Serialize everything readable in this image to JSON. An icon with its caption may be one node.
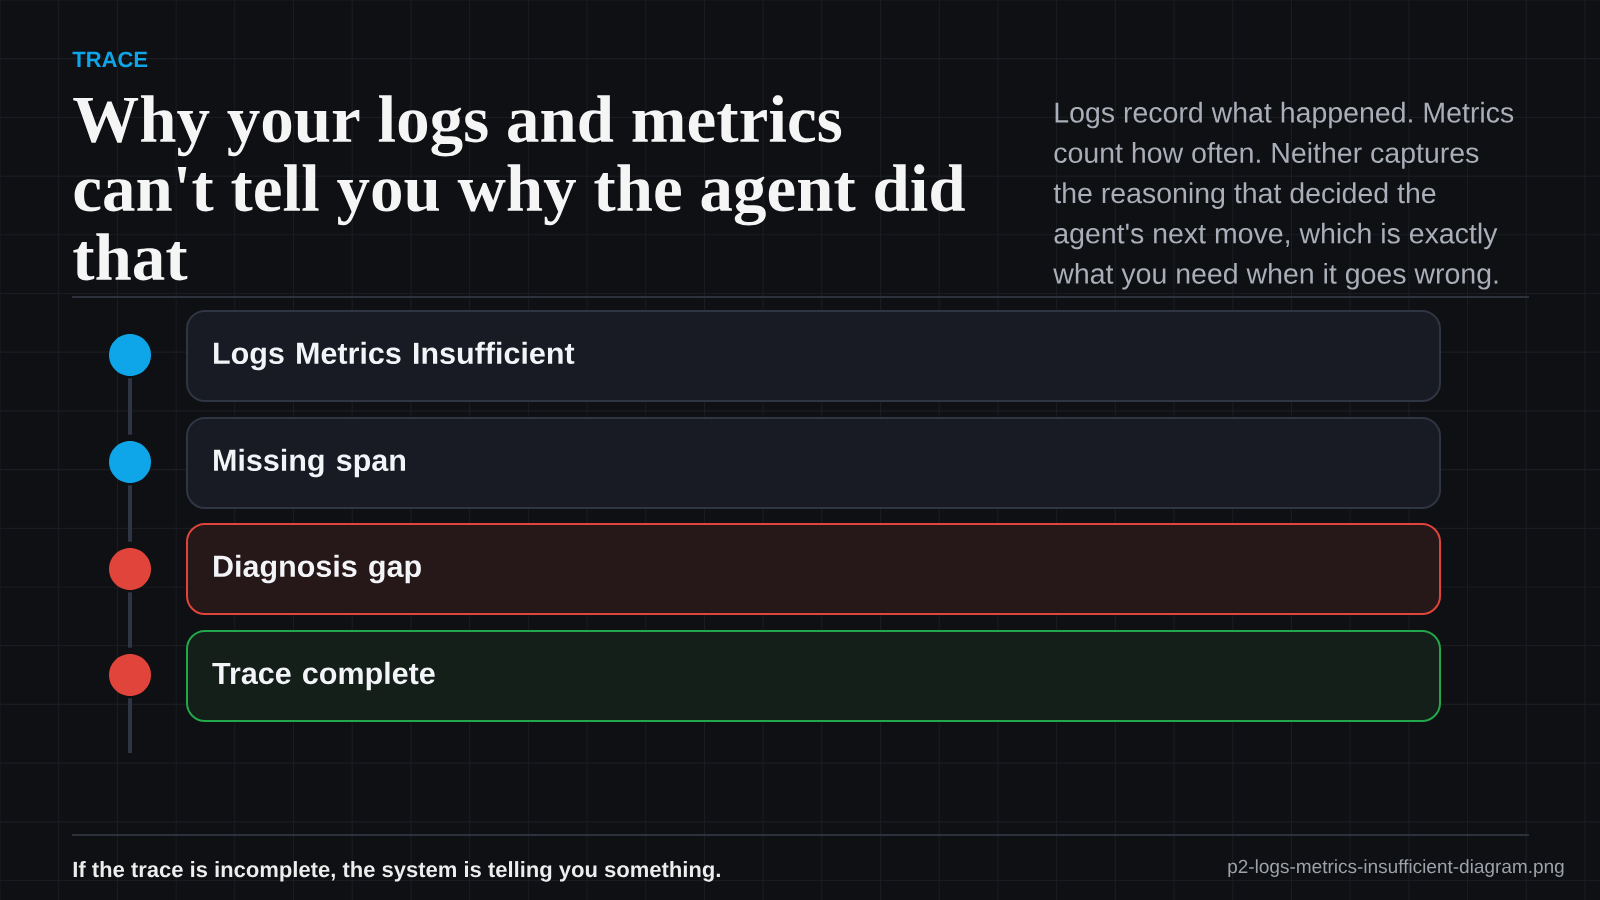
{
  "diagram": {
    "title": "Why your logs and metrics can't tell you why the agent did that",
    "caption": "If the trace is incomplete, the system is telling you something.",
    "nodes": [
      {
        "text": [],
        "shape": "circle"
      },
      {
        "text": [
          "Logs Metrics Insufficient"
        ]
      },
      {
        "text": [],
        "shape": "circle"
      },
      {
        "text": [
          "Missing span"
        ]
      },
      {
        "text": [],
        "shape": "circle"
      },
      {
        "text": [
          "Diagnosis gap"
        ]
      },
      {
        "text": [],
        "shape": "circle"
      },
      {
        "text": [
          "Trace complete"
        ]
      }
    ],
    "edges": [
      {
        "from": 0,
        "to": 2,
        "arrow": "none"
      },
      {
        "from": 2,
        "to": 4,
        "arrow": "none"
      },
      {
        "from": 4,
        "to": 6,
        "arrow": "none"
      },
      {
        "from": 6,
        "to": null,
        "arrow": "none"
      }
    ],
    "labels": [
      "TRACE",
      "Logs record what happened. Metrics count how often. Neither captures the reasoning that decided the agent's next move, which is exactly what you need when it goes wrong.",
      "p2-logs-metrics-insufficient-diagram.png"
    ]
  }
}
